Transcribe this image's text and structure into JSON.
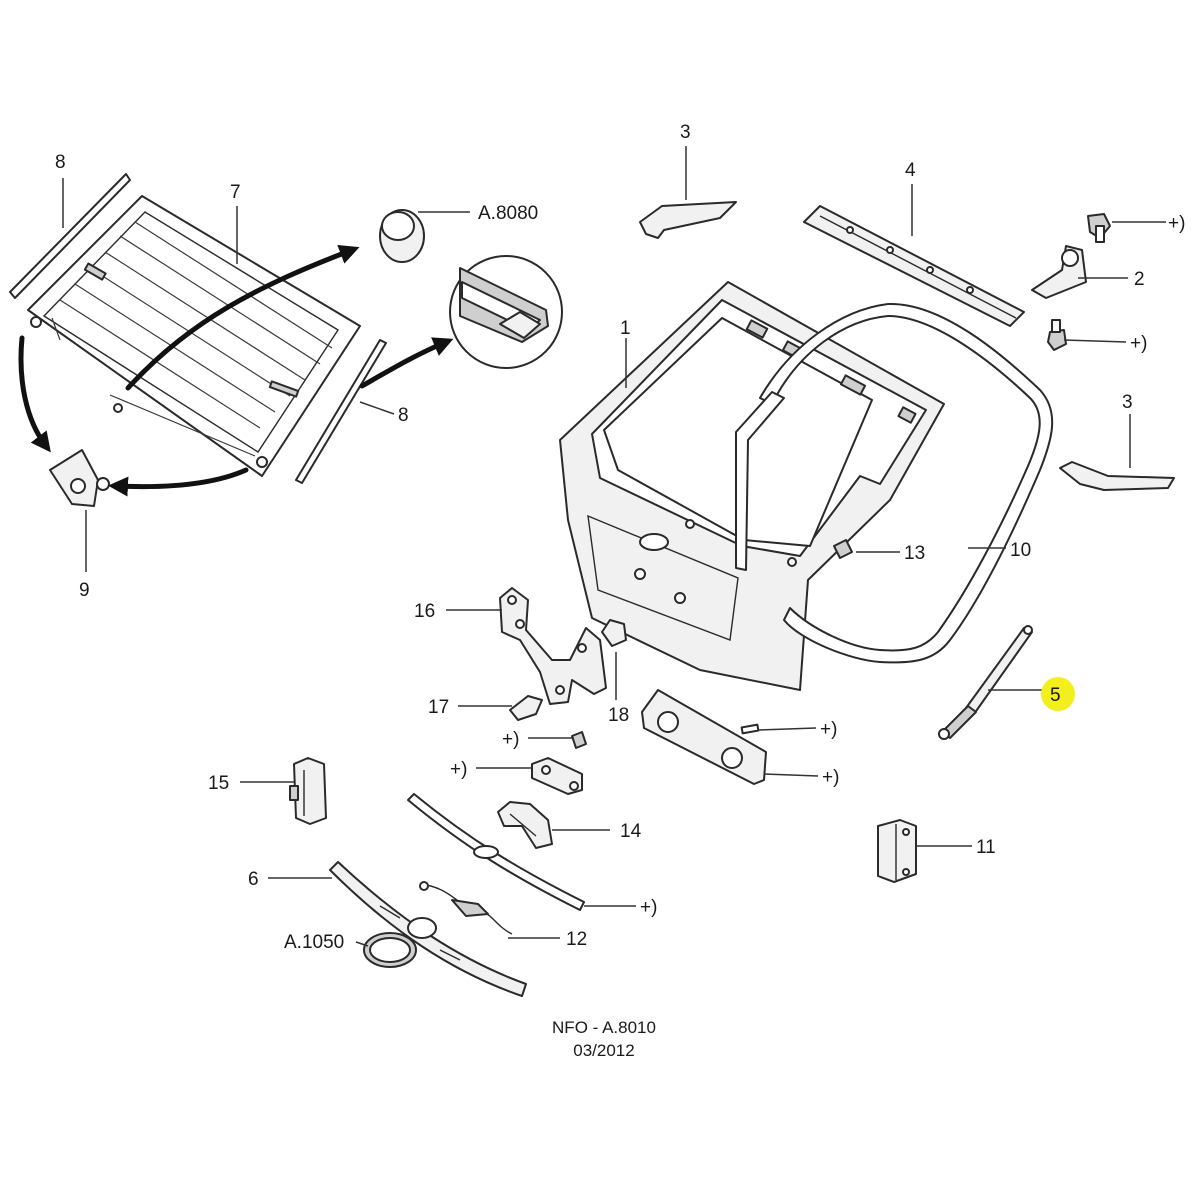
{
  "callouts": {
    "c1": "1",
    "c2": "2",
    "c3a": "3",
    "c3b": "3",
    "c4": "4",
    "c5": "5",
    "c6": "6",
    "c7": "7",
    "c8a": "8",
    "c8b": "8",
    "c9": "9",
    "c10": "10",
    "c11": "11",
    "c12": "12",
    "c13": "13",
    "c14": "14",
    "c15": "15",
    "c16": "16",
    "c17": "17",
    "c18": "18",
    "ref_a8080": "A.8080",
    "ref_a1050": "A.1050",
    "plus_1": "+)",
    "plus_2": "+)",
    "plus_3": "+)",
    "plus_4": "+)",
    "plus_5": "+)",
    "plus_6": "+)",
    "plus_7": "+)",
    "plus_8": "+)"
  },
  "footer": {
    "code": "NFO - A.8010",
    "date": "03/2012"
  },
  "colors": {
    "highlight": "#f3ef1c",
    "ink": "#1a1a1a"
  }
}
